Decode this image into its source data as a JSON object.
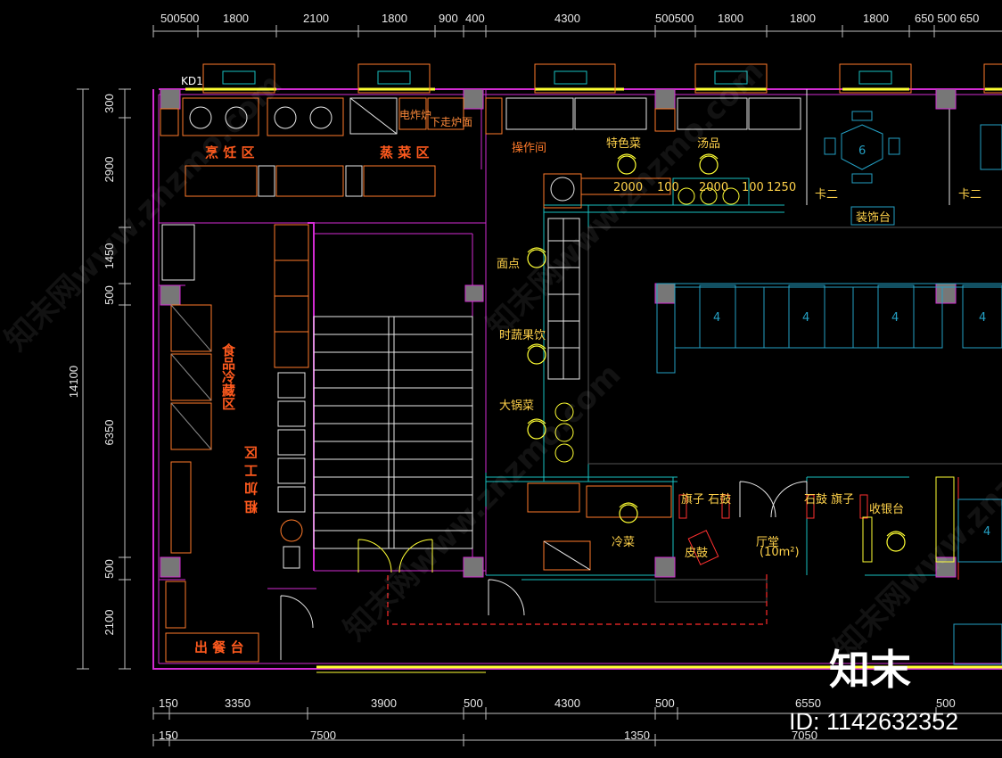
{
  "dims": {
    "top": [
      "500500",
      "1800",
      "2100",
      "1800",
      "900",
      "400",
      "4300",
      "500500",
      "1800",
      "1800",
      "1800",
      "650 500 650"
    ],
    "left": [
      "300",
      "2900",
      "1450",
      "500",
      "6350",
      "500",
      "2100"
    ],
    "left_total": "14100",
    "bottom1": [
      "150",
      "3350",
      "3900",
      "500",
      "4300",
      "500",
      "6550",
      "500"
    ],
    "bottom2": [
      "150",
      "7500",
      "1350",
      "7050"
    ],
    "counter": [
      "2000",
      "100",
      "2000",
      "100",
      "1250"
    ]
  },
  "tags": {
    "kd1": "KD1"
  },
  "zones": {
    "cooking": "烹 饪 区",
    "steaming": "蒸 菜 区",
    "cold_storage": "食品冷藏区",
    "rough_processing": "粗 加 工 区",
    "serving": "出 餐 台"
  },
  "labels": {
    "operation_room": "操作间",
    "signature_dish": "特色菜",
    "soup": "汤品",
    "pastry": "面点",
    "seasonal_fruit": "时蔬果饮",
    "big_pot": "大锅菜",
    "cold_dish": "冷菜",
    "flag_stone_1": "旗子 石鼓",
    "flag_stone_2": "石鼓  旗子",
    "drum": "皮鼓",
    "hall": "厅堂",
    "hall_area": "(10m²)",
    "cashier": "收银台",
    "booth_1": "卡二",
    "booth_2": "卡二",
    "decor_stand": "装饰台",
    "small_1": "电炸炉",
    "small_2": "下走炉面"
  },
  "tables": {
    "round": "6",
    "rect": [
      "4",
      "4",
      "4",
      "4",
      "4"
    ]
  },
  "watermark": {
    "text": "知末网www.znzmo.com"
  },
  "brand": {
    "logo": "知末",
    "id": "ID: 1142632352"
  }
}
